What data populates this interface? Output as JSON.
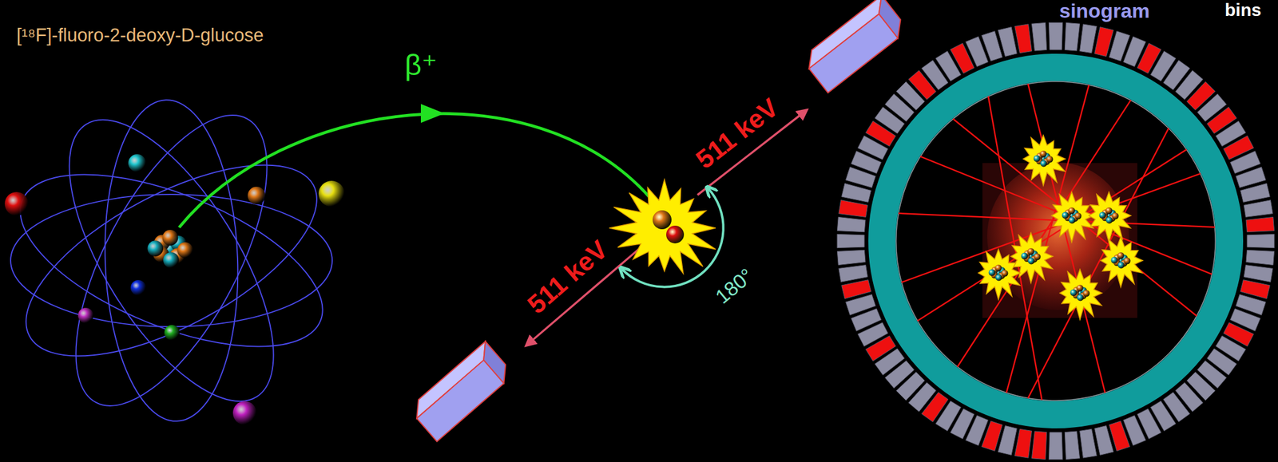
{
  "diagram": {
    "labels": [
      "[¹⁸F]-fluoro-2-deoxy-D-glucose",
      "β⁺",
      "511 keV",
      "511 keV",
      "180°",
      "sinogram",
      "bins"
    ]
  }
}
